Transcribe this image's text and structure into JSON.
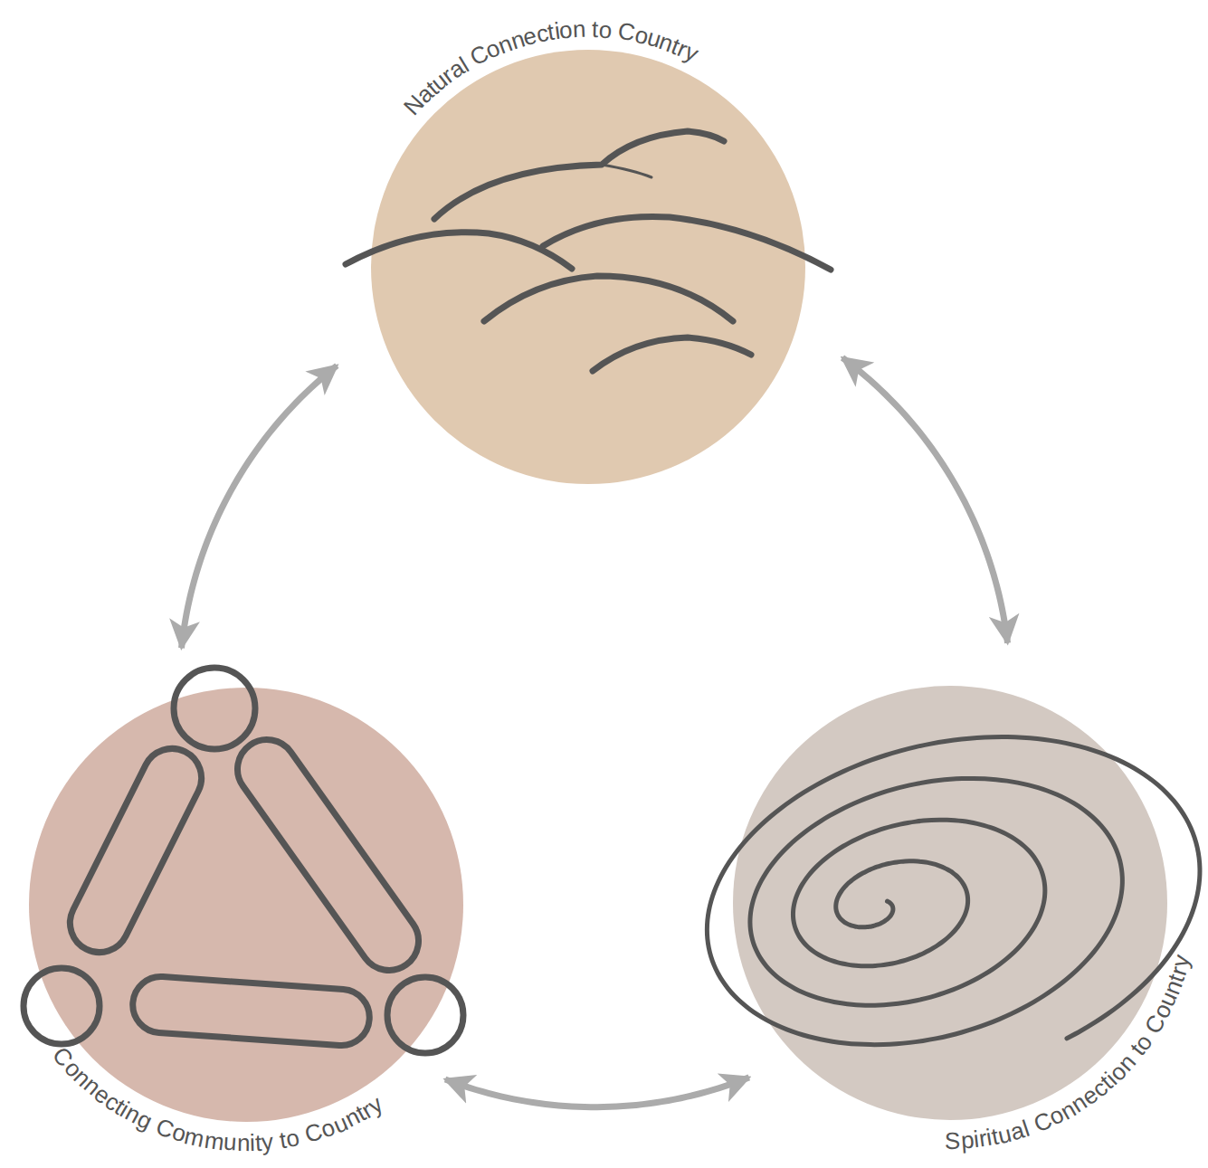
{
  "diagram": {
    "nodes": [
      {
        "text": [
          "Natural Connection to Country"
        ]
      },
      {
        "text": [
          "Connecting Community to Country"
        ]
      },
      {
        "text": [
          "Spiritual Connection to Country"
        ]
      }
    ],
    "edges": [
      {
        "from": 0,
        "to": 1,
        "arrow": "both"
      },
      {
        "from": 0,
        "to": 2,
        "arrow": "both"
      },
      {
        "from": 1,
        "to": 2,
        "arrow": "both"
      }
    ]
  }
}
